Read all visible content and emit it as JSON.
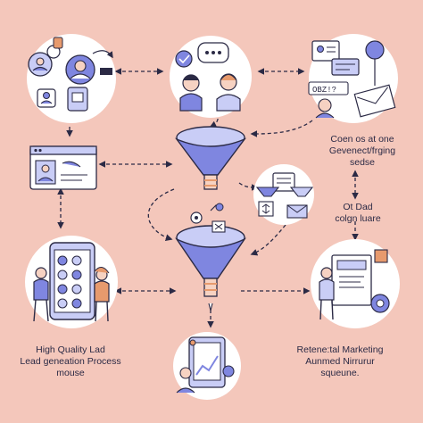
{
  "colors": {
    "background": "#f4c7bb",
    "accent_purple": "#7f86e0",
    "accent_light": "#c9cdf6",
    "outline": "#2b2a45",
    "white": "#ffffff",
    "skin": "#f6d2c2",
    "orange": "#e79a6d"
  },
  "nodes": {
    "top_left": {
      "icon": "social-network-cluster-icon"
    },
    "top_middle": {
      "icon": "people-conversation-icon"
    },
    "top_right": {
      "icon": "email-campaign-icon",
      "badge_text": "OBZ!?"
    },
    "mid_left": {
      "icon": "web-profile-window-icon"
    },
    "funnel_top": {
      "icon": "funnel-icon"
    },
    "mid_right": {
      "icon": "funnel-sorting-icon"
    },
    "funnel_bottom": {
      "icon": "funnel-icon"
    },
    "bottom_left": {
      "icon": "mobile-app-users-icon"
    },
    "bottom_right": {
      "icon": "analytics-worker-icon"
    },
    "bottom_center": {
      "icon": "tablet-growth-icon"
    }
  },
  "texts": {
    "right_upper": [
      "Coen os at one",
      "Gevenect/frging",
      "sedse"
    ],
    "right_mid": [
      "Ot Dad",
      "colgn luare"
    ],
    "bottom_left": [
      "High Quality Lad",
      "Lead geneation Process",
      "mouse"
    ],
    "bottom_right": [
      "Retene:tal Marketing",
      "Aunmed Nirrurur",
      "squeune."
    ]
  }
}
